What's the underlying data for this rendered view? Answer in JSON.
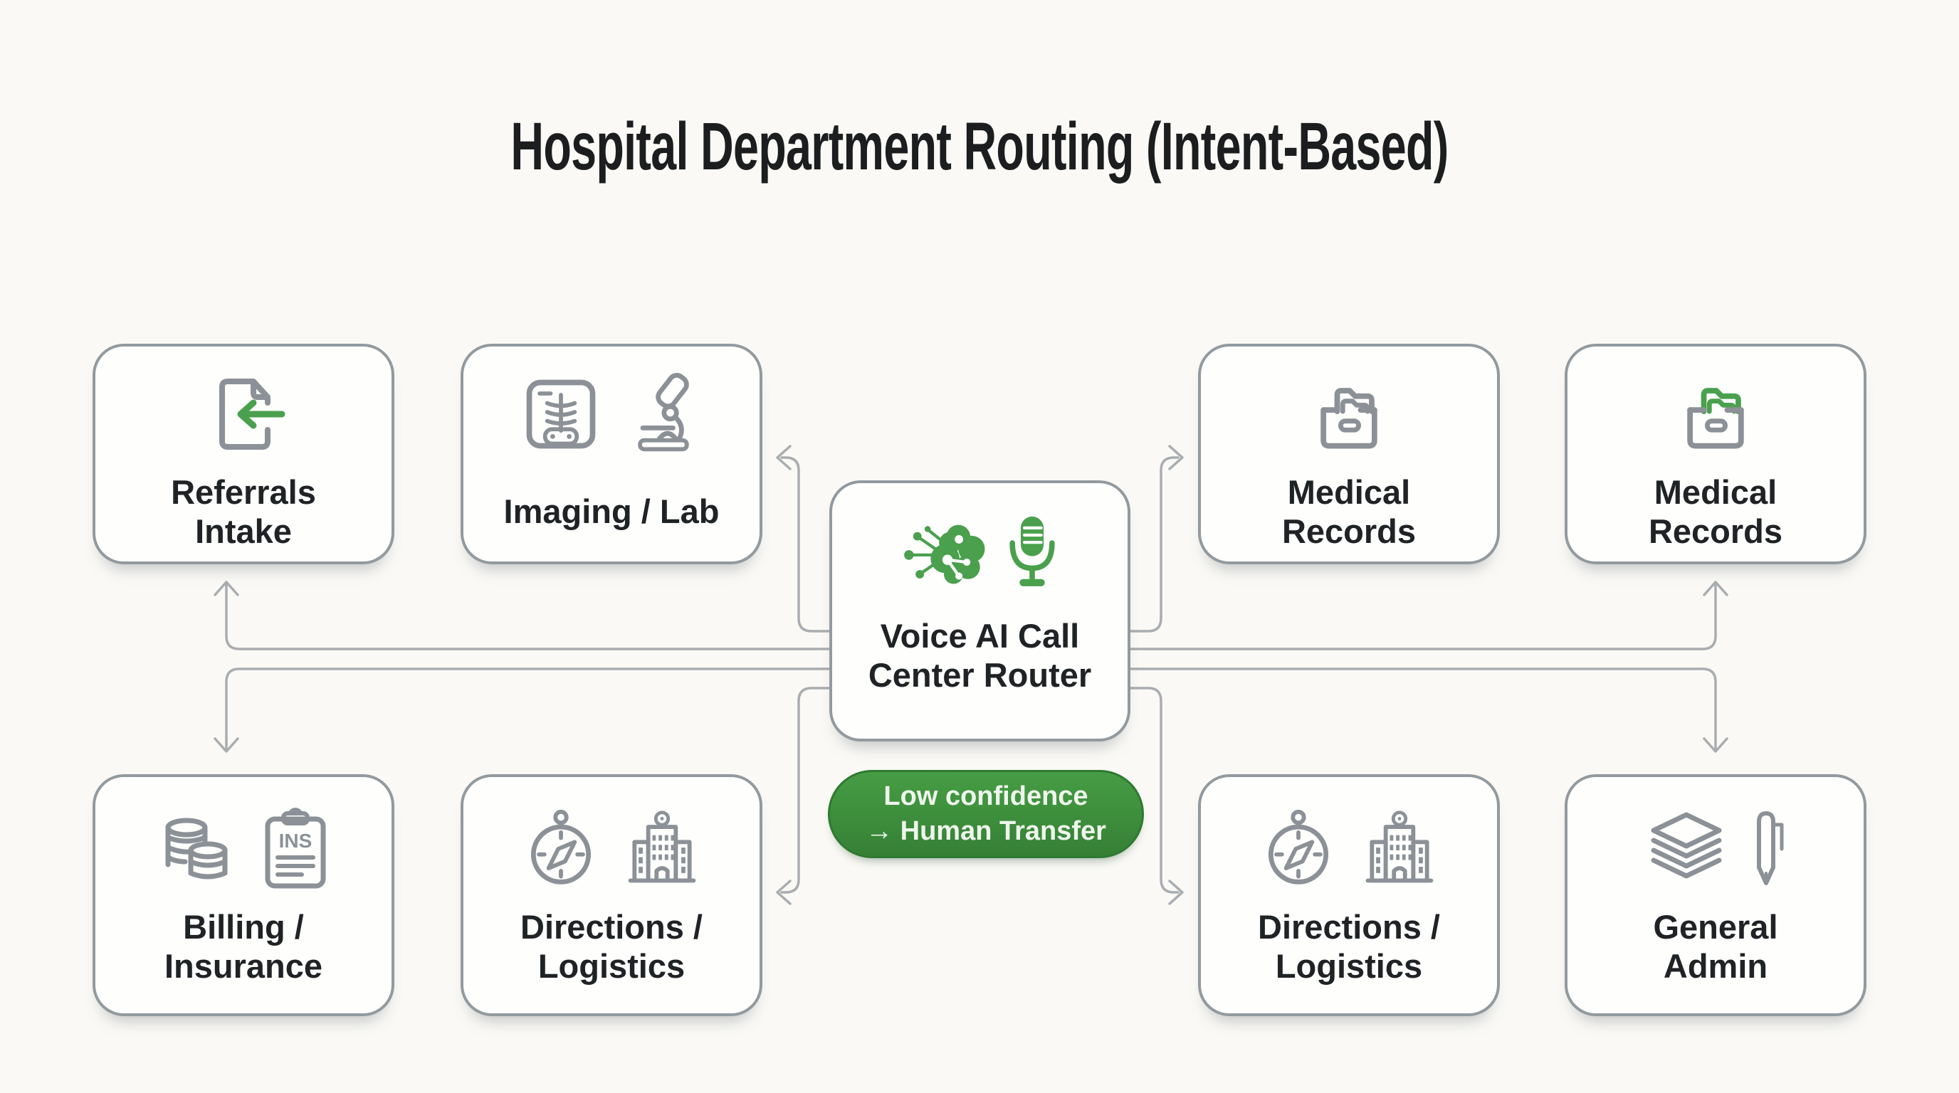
{
  "title": "Hospital Department Routing (Intent-Based)",
  "center_node": {
    "label": "Voice AI Call\nCenter Router",
    "icons": [
      "ai-brain-network-icon",
      "microphone-icon"
    ]
  },
  "badge": {
    "text": "Low confidence\n→ Human Transfer",
    "fill_color": "#3d8e3c",
    "text_color": "#eef5ec"
  },
  "departments": [
    {
      "id": "referrals-intake",
      "label": "Referrals\nIntake",
      "icons": [
        "document-intake-icon"
      ]
    },
    {
      "id": "imaging-lab",
      "label": "Imaging / Lab",
      "icons": [
        "xray-icon",
        "microscope-icon"
      ]
    },
    {
      "id": "medical-records-top",
      "label": "Medical\nRecords",
      "icons": [
        "archive-folders-icon"
      ]
    },
    {
      "id": "medical-records-right",
      "label": "Medical\nRecords",
      "icons": [
        "archive-folders-green-icon"
      ]
    },
    {
      "id": "billing-insurance",
      "label": "Billing /\nInsurance",
      "icons": [
        "coins-icon",
        "insurance-clipboard-icon"
      ]
    },
    {
      "id": "directions-logistics-left",
      "label": "Directions /\nLogistics",
      "icons": [
        "compass-icon",
        "hospital-building-icon"
      ]
    },
    {
      "id": "directions-logistics-right",
      "label": "Directions /\nLogistics",
      "icons": [
        "compass-icon",
        "hospital-building-icon"
      ]
    },
    {
      "id": "general-admin",
      "label": "General\nAdmin",
      "icons": [
        "layers-icon",
        "pen-icon"
      ]
    }
  ],
  "icon_text": {
    "ins_label": "INS"
  },
  "connections": [
    {
      "from": "voice-ai-call-center-router",
      "to": "referrals-intake"
    },
    {
      "from": "voice-ai-call-center-router",
      "to": "imaging-lab"
    },
    {
      "from": "voice-ai-call-center-router",
      "to": "medical-records-top"
    },
    {
      "from": "voice-ai-call-center-router",
      "to": "medical-records-right"
    },
    {
      "from": "voice-ai-call-center-router",
      "to": "billing-insurance"
    },
    {
      "from": "voice-ai-call-center-router",
      "to": "directions-logistics-left"
    },
    {
      "from": "voice-ai-call-center-router",
      "to": "directions-logistics-right"
    },
    {
      "from": "voice-ai-call-center-router",
      "to": "general-admin"
    }
  ],
  "colors": {
    "background": "#faf9f6",
    "box_border": "#929a9e",
    "icon_gray": "#8b9196",
    "icon_green": "#4aa04d",
    "connector_gray": "#a9adb0",
    "text": "#202325",
    "badge_green": "#3d8e3c"
  }
}
